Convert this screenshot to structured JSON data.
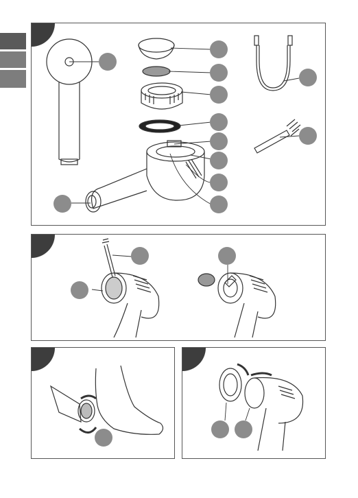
{
  "colors": {
    "panel_border": "#555555",
    "corner_badge": "#3d3d3d",
    "callout_fill": "#8c8c8c",
    "tab_dark": "#5a5a5a",
    "tab_light": "#7d7d7d",
    "line_art": "#333333"
  },
  "panels": [
    {
      "name": "parts-overview",
      "callouts": 11
    },
    {
      "name": "head-cleaning",
      "callouts": 3
    },
    {
      "name": "use-on-foot",
      "callouts": 1
    },
    {
      "name": "head-removal",
      "callouts": 2
    }
  ],
  "icons": [
    "device-top-view-icon",
    "cap-icon",
    "filter-disc-icon",
    "roller-head-icon",
    "seal-ring-icon",
    "device-body-icon",
    "usb-cable-icon",
    "cleaning-brush-icon",
    "foot-icon",
    "rotation-arrow-icon"
  ]
}
